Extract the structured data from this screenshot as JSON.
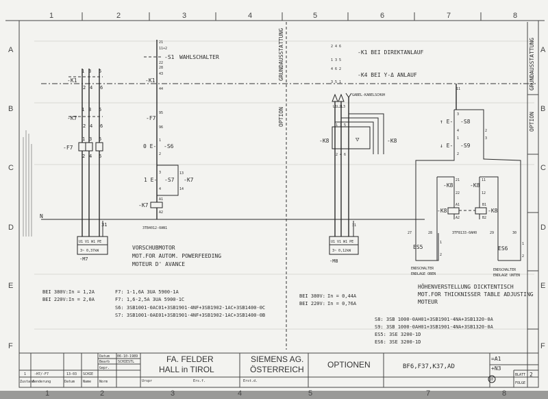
{
  "grid": {
    "columns": [
      "1",
      "2",
      "3",
      "4",
      "5",
      "6",
      "7",
      "8"
    ],
    "rows": [
      "A",
      "B",
      "C",
      "D",
      "E",
      "F"
    ]
  },
  "section_labels": {
    "basic": "GRUNDAUSSTATTUNG",
    "option": "OPTION"
  },
  "left_circuit": {
    "k1": "-K1",
    "k7": "-K7",
    "f7": "-F7",
    "terminals_top": [
      "1",
      "3",
      "5"
    ],
    "terminals_bottom": [
      "2",
      "4",
      "6"
    ],
    "n_label": "N",
    "pe_num": "31",
    "motor": {
      "terminals": "U1 V1 W1 PE",
      "rating": "3~ 0,37kW",
      "id": "-M7"
    },
    "description": [
      "VORSCHUBMOTOR",
      "MOT.FOR AUTOM. POWERFEEDING",
      "MOTEUR D' AVANCE"
    ],
    "currents": [
      {
        "voltage": "BEI 380V:",
        "current": "In = 1,2A"
      },
      {
        "voltage": "BEI 220V:",
        "current": "In = 2,0A"
      }
    ],
    "parts": [
      "F7: 1-1,6A    3UA 5900-1A",
      "F7: 1,6-2,5A  3UA 5900-1C",
      "S6: 3SB1001-0AC01+3SB1901-4NF+3SB1902-1AC+3SB1400-0C",
      "S7: 3SB1001-0AE01+3SB1901-4NF+3SB1902-1AC+3SB1400-0B"
    ]
  },
  "control_circuit": {
    "s1_terms": [
      "21",
      "11+2",
      "22",
      "28",
      "43"
    ],
    "s1": "-S1",
    "selector": "WAHLSCHALTER",
    "k1": "-K1",
    "k1_term": "44",
    "f7": "-F7",
    "f7_terms": [
      "95",
      "96"
    ],
    "s6": "-S6",
    "s6_prefix": "0 E-",
    "s6_terms": [
      "1",
      "2"
    ],
    "s7": "-S7",
    "s7_prefix": "1 E-",
    "s7_terms": [
      "3",
      "4"
    ],
    "k7": "-K7",
    "k7_terms": [
      "13",
      "14"
    ],
    "coil": "-K7",
    "coil_terms": [
      "A1",
      "A2"
    ],
    "contactor_part": "3TB4012-0AN1"
  },
  "right_circuit": {
    "k1_top": "2 4 6",
    "k1_bot": "1 3 5",
    "k1_label": "-K1   BEI DIREKTANLAUF",
    "k4_top": "4 6 2",
    "k4_bot": "3 5 1",
    "k4_label": "-K4   BEI Y-Δ ANLAUF",
    "cable": "GABEL-KABELSCHUH",
    "phases": "L1L2L3",
    "k8_left": "-K8",
    "k8_right": "-K8",
    "k8_top": "1 3 5",
    "k8_bot": "2 4 6",
    "pe_num": "31",
    "motor": {
      "terminals": "U1 V1 W1 PE",
      "rating": "3~ 0,12kW",
      "id": "-M8"
    },
    "currents": [
      {
        "voltage": "BEI 380V:",
        "current": "In = 0,44A"
      },
      {
        "voltage": "BEI 220V:",
        "current": "In = 0,76A"
      }
    ],
    "description": [
      "HÖHENVERSTELLUNG DICKTENTISCH",
      "MOT.FOR THICKNISSER TABLE ADJUSTING",
      "MOTEUR"
    ],
    "parts": [
      "S8: 3SB 1000-0AH01+3SB1901-4NA+3SB1320-0A",
      "S9: 3SB 1000-0AH01+3SB1901-4NA+3SB1320-0A",
      "ES5: 3SE 3200-1D",
      "ES6: 3SE 3200-1D"
    ]
  },
  "updown_circuit": {
    "top_term": "11",
    "s8": "-S8",
    "s8_prefix": "↑ E-",
    "s8_terms": [
      "3",
      "4",
      "2"
    ],
    "s9": "-S9",
    "s9_prefix": "↓ E-",
    "s9_terms": [
      "1",
      "2",
      "3"
    ],
    "k8_a": "-K8",
    "k8_a_terms": [
      "21",
      "22"
    ],
    "k8_b": "-K8",
    "k8_b_terms": [
      "11",
      "12"
    ],
    "coil_a": "-K8",
    "coil_a_terms": [
      "A1",
      "A2"
    ],
    "coil_b": "-K8",
    "coil_b_terms": [
      "B1",
      "B2"
    ],
    "contactor_part": "3TF8133-0AH0",
    "terminals": [
      "27",
      "28",
      "29",
      "30"
    ],
    "es5": "ES5",
    "es6": "ES6",
    "es_terms": [
      "1",
      "2"
    ],
    "es5_text": [
      "ENDSCHALTER",
      "ENDLAGE OBEN"
    ],
    "es6_text": [
      "ENDSCHALTER",
      "ENDLAGE UNTEN"
    ]
  },
  "title_block": {
    "revision": {
      "state": "1",
      "change": "-H7/-F7",
      "date": "13-03",
      "name": "SCHIE"
    },
    "revision_headers": {
      "state": "Zustand",
      "change": "Aenderung",
      "date": "Datum",
      "name": "Name"
    },
    "roles": [
      "Datum",
      "Bearb",
      "Gepr.",
      "Norm"
    ],
    "date": "06-10-1989",
    "drawn_by": "SCHIESTL",
    "company": [
      "FA. FELDER",
      "HALL in TIROL"
    ],
    "supplier": [
      "SIEMENS AG.",
      "ÖSTERREICH"
    ],
    "small_labels": [
      "Urspr",
      "Ers.f.",
      "Erst.d."
    ],
    "title": "OPTIONEN",
    "models": "BF6,F37,K37,AD",
    "codes": [
      "=A1",
      "+N3"
    ],
    "sheet_circle": "10",
    "sheet_label": "BLATT",
    "sheet_number": "2",
    "next_label": "FOLGE"
  }
}
